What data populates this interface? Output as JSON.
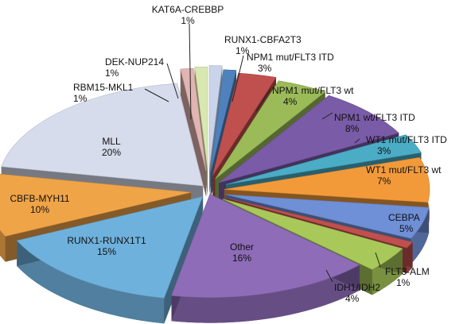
{
  "chart_data": {
    "type": "pie",
    "style": "exploded-3d",
    "title": "",
    "slices": [
      {
        "name": "KAT6A-CREBBP",
        "value": 1,
        "label": "1%",
        "color": "#c9d4ea"
      },
      {
        "name": "RUNX1-CBFA2T3",
        "value": 1,
        "label": "1%",
        "color": "#4f81bd"
      },
      {
        "name": "NPM1 mut/FLT3 ITD",
        "value": 3,
        "label": "3%",
        "color": "#c0504d"
      },
      {
        "name": "NPM1 mut/FLT3 wt",
        "value": 4,
        "label": "4%",
        "color": "#9bbb59"
      },
      {
        "name": "NPM1 wt/FLT3 ITD",
        "value": 8,
        "label": "8%",
        "color": "#7a5ba7"
      },
      {
        "name": "WT1 mut/FLT3 ITD",
        "value": 3,
        "label": "3%",
        "color": "#4bacc6"
      },
      {
        "name": "WT1 mut/FLT3 wt",
        "value": 7,
        "label": "7%",
        "color": "#f29a3a"
      },
      {
        "name": "CEBPA",
        "value": 5,
        "label": "5%",
        "color": "#6f8fd6"
      },
      {
        "name": "FLT3-ALM",
        "value": 1,
        "label": "1%",
        "color": "#c0504d"
      },
      {
        "name": "IDH1/IDH2",
        "value": 4,
        "label": "4%",
        "color": "#a8c85a"
      },
      {
        "name": "Other",
        "value": 16,
        "label": "16%",
        "color": "#8e6cb8"
      },
      {
        "name": "RUNX1-RUNX1T1",
        "value": 15,
        "label": "15%",
        "color": "#6fb1dd"
      },
      {
        "name": "CBFB-MYH11",
        "value": 10,
        "label": "10%",
        "color": "#f0a448"
      },
      {
        "name": "MLL",
        "value": 20,
        "label": "20%",
        "color": "#d7dced"
      },
      {
        "name": "RBM15-MKL1",
        "value": 1,
        "label": "1%",
        "color": "#e2b4b2"
      },
      {
        "name": "DEK-NUP214",
        "value": 1,
        "label": "1%",
        "color": "#d8e8b0"
      }
    ]
  }
}
